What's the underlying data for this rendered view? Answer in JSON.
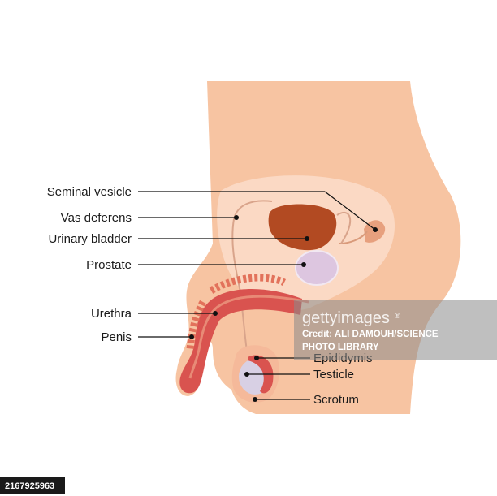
{
  "labels": {
    "seminal_vesicle": "Seminal vesicle",
    "vas_deferens": "Vas deferens",
    "urinary_bladder": "Urinary bladder",
    "prostate": "Prostate",
    "urethra": "Urethra",
    "penis": "Penis",
    "epididymis": "Epididymis",
    "testicle": "Testicle",
    "scrotum": "Scrotum"
  },
  "watermark": {
    "brand": "gettyimages",
    "registered": "®",
    "credit_line1": "Credit: ALI DAMOUH/SCIENCE",
    "credit_line2": "PHOTO LIBRARY"
  },
  "stock_id": "2167925963",
  "colors": {
    "skin": "#f7c4a2",
    "inner": "#fbd9c4",
    "bladder": "#b24a22",
    "prostate": "#ddc6e0",
    "penis": "#d9534f",
    "urethra": "#e2725b",
    "testicle": "#d8d0e4"
  }
}
